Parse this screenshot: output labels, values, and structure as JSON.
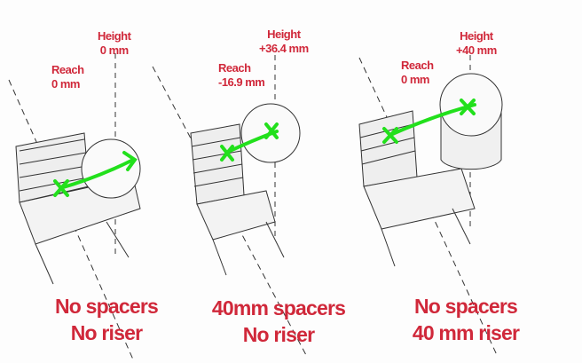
{
  "panels": [
    {
      "height_label": "Height",
      "height_value": "0  mm",
      "reach_label": "Reach",
      "reach_value": "0 mm",
      "caption_line1": "No spacers",
      "caption_line2": "No riser"
    },
    {
      "height_label": "Height",
      "height_value": "+36.4 mm",
      "reach_label": "Reach",
      "reach_value": "-16.9 mm",
      "caption_line1": "40mm spacers",
      "caption_line2": "No riser"
    },
    {
      "height_label": "Height",
      "height_value": "+40  mm",
      "reach_label": "Reach",
      "reach_value": "0 mm",
      "caption_line1": "No spacers",
      "caption_line2": "40 mm riser"
    }
  ],
  "colors": {
    "label": "#d0283a",
    "arrow": "#22e01c",
    "ink": "#333333"
  }
}
